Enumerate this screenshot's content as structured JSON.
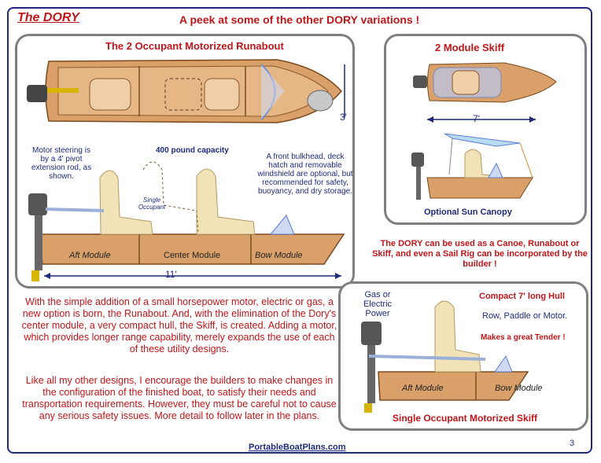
{
  "header": {
    "brand": "The DORY",
    "heading": "A peek at some of the other DORY variations !"
  },
  "runabout": {
    "title": "The 2 Occupant Motorized Runabout",
    "capacity": "400 pound capacity",
    "width_dim": "3'",
    "length_dim": "11'",
    "steering_note": "Motor steering is by a 4' pivot extension rod, as shown.",
    "single_occupant": "Single Occupant",
    "bulkhead_note": "A front bulkhead, deck hatch and removable windshield are optional, but recommended for safety, buoyancy, and dry storage.",
    "modules": {
      "aft": "Aft Module",
      "center": "Center Module",
      "bow": "Bow Module"
    }
  },
  "skiff2": {
    "title": "2 Module Skiff",
    "length_dim": "7'",
    "canopy": "Optional Sun Canopy"
  },
  "uses_note": "The DORY can be used as a Canoe, Runabout or Skiff, and even a Sail Rig can be incorporated by the builder !",
  "single": {
    "power": "Gas or Electric Power",
    "hull": "Compact  7' long Hull",
    "modes": "Row, Paddle or Motor.",
    "tender": "Makes a great Tender !",
    "modules": {
      "aft": "Aft Module",
      "bow": "Bow Module"
    },
    "title": "Single Occupant Motorized Skiff"
  },
  "paragraphs": {
    "p1": "With the simple addition of a small horsepower motor, electric or gas, a new option is born, the Runabout.  And, with the elimination of the Dory's center module, a very compact hull, the Skiff, is created.  Adding a motor, which provides longer range capability, merely expands the use of each of these utility designs.",
    "p2": "Like all my other designs, I encourage the builders to make changes in the configuration of the finished boat, to satisfy their needs and transportation requirements. However, they must be careful not to cause any serious safety issues.  More detail to follow later in the plans."
  },
  "footer": {
    "link": "PortableBoatPlans.com",
    "page": "3"
  },
  "colors": {
    "accent_red": "#c0161a",
    "navy": "#1f2a7a",
    "wood": "#d9a06a",
    "frame_gray": "#7f7f7f"
  }
}
